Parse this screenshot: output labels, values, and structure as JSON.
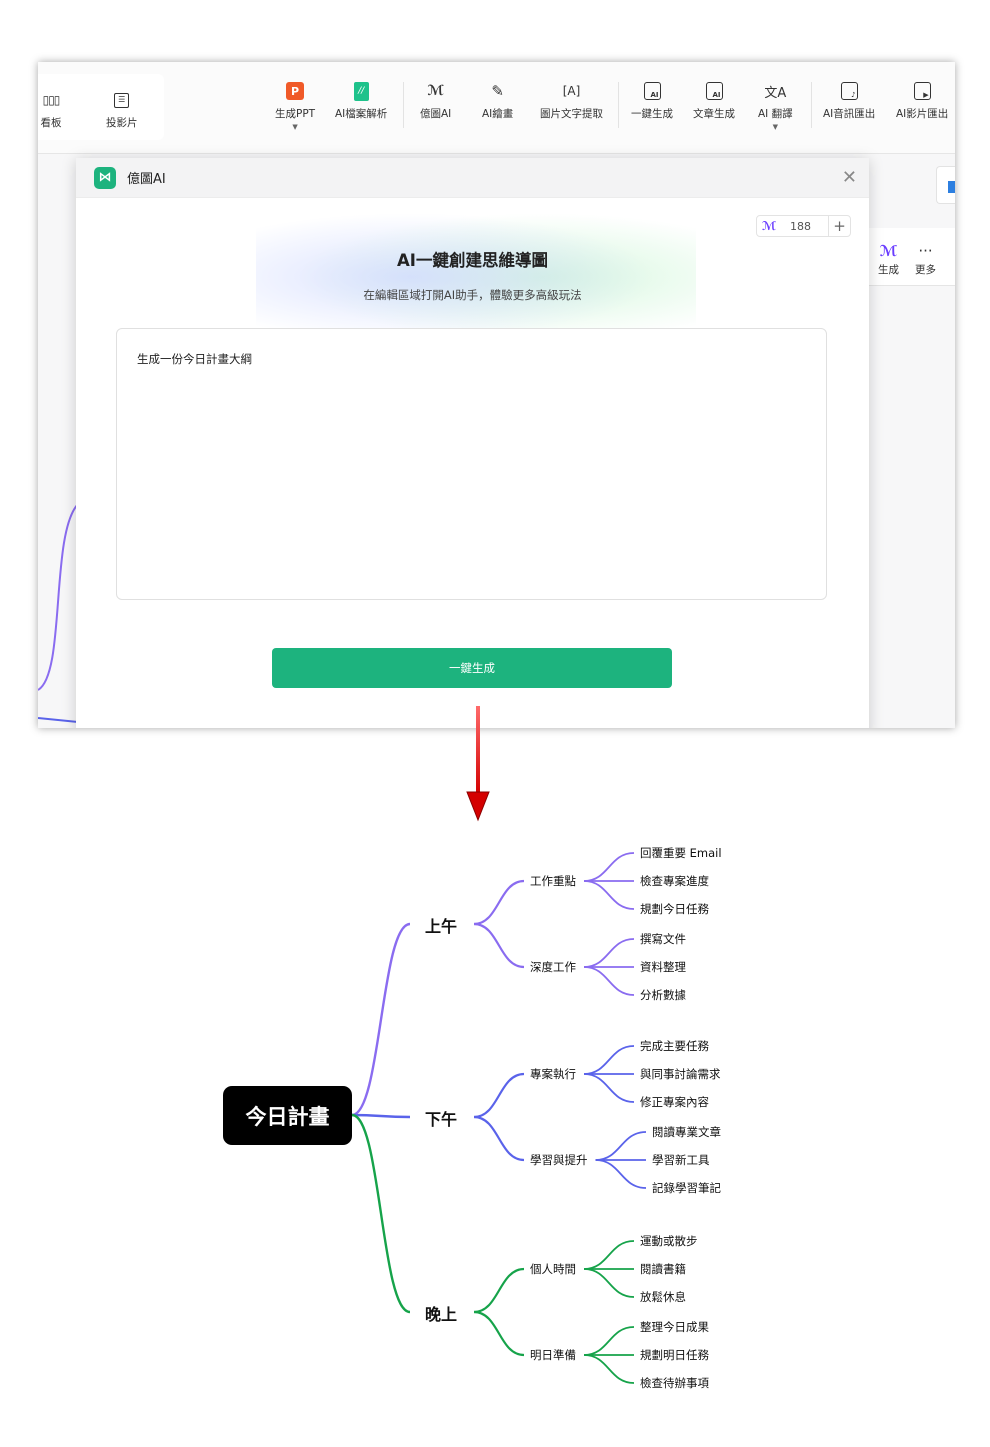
{
  "toolbar": {
    "left": [
      {
        "label": "看板",
        "icon": "kanban-icon"
      },
      {
        "label": "投影片",
        "icon": "slides-icon"
      }
    ],
    "items": [
      {
        "label": "生成PPT",
        "icon": "ppt-icon",
        "icon_text": "P"
      },
      {
        "label": "AI檔案解析",
        "icon": "file-analysis-icon"
      },
      {
        "label": "億圖AI",
        "icon": "edraw-ai-icon"
      },
      {
        "label": "AI繪畫",
        "icon": "ai-painting-icon"
      },
      {
        "label": "圖片文字提取",
        "icon": "ocr-icon"
      },
      {
        "label": "一鍵生成",
        "icon": "one-click-icon"
      },
      {
        "label": "文章生成",
        "icon": "article-icon"
      },
      {
        "label": "AI 翻譯",
        "icon": "translate-icon"
      },
      {
        "label": "AI音訊匯出",
        "icon": "audio-export-icon"
      },
      {
        "label": "AI影片匯出",
        "icon": "video-export-icon"
      }
    ]
  },
  "side_panel": {
    "generate": "生成",
    "more": "更多"
  },
  "dialog": {
    "title": "億圖AI",
    "credits": "188",
    "heading": "AI一鍵創建思維導圖",
    "subtitle": "在編輯區域打開AI助手，體驗更多高級玩法",
    "prompt": "生成一份今日計畫大綱",
    "generate_button": "一鍵生成"
  },
  "colors": {
    "accent": "#1db37e",
    "morning": "#8a6cf0",
    "afternoon": "#5a63ea",
    "evening": "#16a34a",
    "arrow": "#e00000"
  },
  "mindmap": {
    "root": "今日計畫",
    "branches": [
      {
        "label": "上午",
        "children": [
          {
            "label": "工作重點",
            "leaves": [
              "回覆重要 Email",
              "檢查專案進度",
              "規劃今日任務"
            ]
          },
          {
            "label": "深度工作",
            "leaves": [
              "撰寫文件",
              "資料整理",
              "分析數據"
            ]
          }
        ]
      },
      {
        "label": "下午",
        "children": [
          {
            "label": "專案執行",
            "leaves": [
              "完成主要任務",
              "與同事討論需求",
              "修正專案內容"
            ]
          },
          {
            "label": "學習與提升",
            "leaves": [
              "閱讀專業文章",
              "學習新工具",
              "記錄學習筆記"
            ]
          }
        ]
      },
      {
        "label": "晚上",
        "children": [
          {
            "label": "個人時間",
            "leaves": [
              "運動或散步",
              "閱讀書籍",
              "放鬆休息"
            ]
          },
          {
            "label": "明日準備",
            "leaves": [
              "整理今日成果",
              "規劃明日任務",
              "檢查待辦事項"
            ]
          }
        ]
      }
    ]
  }
}
